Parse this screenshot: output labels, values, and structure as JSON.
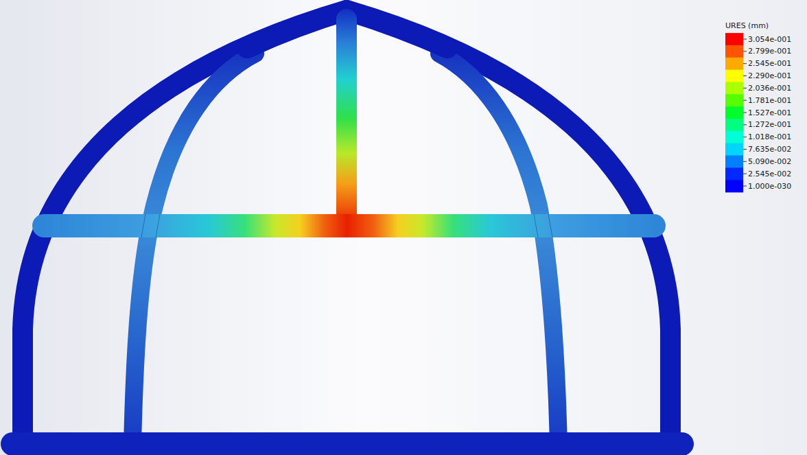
{
  "diagram": {
    "labels": [
      "URES (mm)"
    ],
    "legend": [
      {
        "text": "3.054e-001",
        "color": "#ff0000"
      },
      {
        "text": "2.799e-001",
        "color": "#ff5500"
      },
      {
        "text": "2.545e-001",
        "color": "#ffaa00"
      },
      {
        "text": "2.290e-001",
        "color": "#ffff00"
      },
      {
        "text": "2.036e-001",
        "color": "#aaff00"
      },
      {
        "text": "1.781e-001",
        "color": "#55ff00"
      },
      {
        "text": "1.527e-001",
        "color": "#00ff2a"
      },
      {
        "text": "1.272e-001",
        "color": "#00ff80"
      },
      {
        "text": "1.018e-001",
        "color": "#00ffd5"
      },
      {
        "text": "7.635e-002",
        "color": "#00d5ff"
      },
      {
        "text": "5.090e-002",
        "color": "#0080ff"
      },
      {
        "text": "2.545e-002",
        "color": "#002aff"
      },
      {
        "text": "1.000e-030",
        "color": "#0000ff"
      }
    ]
  }
}
